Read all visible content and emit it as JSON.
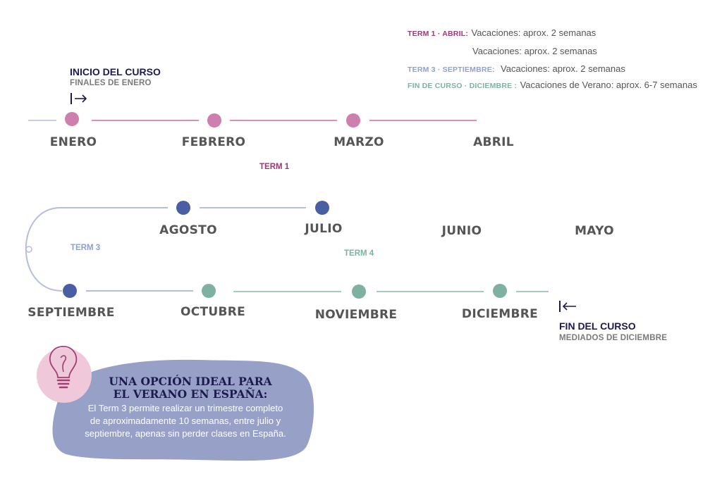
{
  "legend": [
    {
      "key": "TERM 1 · ABRIL:",
      "value": "Vacaciones: aprox. 2 semanas",
      "color": "#9b3a72"
    },
    {
      "key": "",
      "value": "Vacaciones: aprox. 2 semanas",
      "color": "#9b3a72"
    },
    {
      "key": "TERM 3 · SEPTIEMBRE:",
      "value": "Vacaciones: aprox. 2 semanas",
      "color": "#8fa0cf"
    },
    {
      "key": "FIN DE CURSO · DICIEMBRE :",
      "value": "Vacaciones de Verano: aprox. 6-7 semanas",
      "color": "#7fb1a2"
    }
  ],
  "start": {
    "title": "INICIO DEL CURSO",
    "subtitle": "FINALES DE ENERO",
    "icon": "arrow-right-from-bar-icon"
  },
  "end": {
    "title": "FIN DEL CURSO",
    "subtitle": "MEDIADOS DE DICIEMBRE",
    "icon": "arrow-left-to-bar-icon"
  },
  "months": [
    "ENERO",
    "FEBRERO",
    "MARZO",
    "ABRIL",
    "MAYO",
    "JUNIO",
    "JULIO",
    "AGOSTO",
    "SEPTIEMBRE",
    "OCTUBRE",
    "NOVIEMBRE",
    "DICIEMBRE"
  ],
  "terms": [
    "TERM 1",
    "TERM 3",
    "TERM 4"
  ],
  "callout": {
    "title_line1": "UNA OPCIÓN IDEAL PARA",
    "title_line2": "EL VERANO EN ESPAÑA:",
    "body_line1": "El Term 3 permite realizar un trimestre completo",
    "body_line2": "de aproximadamente 10 semanas, entre julio y",
    "body_line3": "septiembre, apenas sin perder clases en España.",
    "icon": "lightbulb-icon"
  },
  "colors": {
    "term1": "#cd7fad",
    "term3": "#4a5fa3",
    "term4": "#7fb1a2",
    "navy": "#1c1a4e",
    "callout_bg": "#97a0c7",
    "callout_circle": "#efc8d9"
  }
}
